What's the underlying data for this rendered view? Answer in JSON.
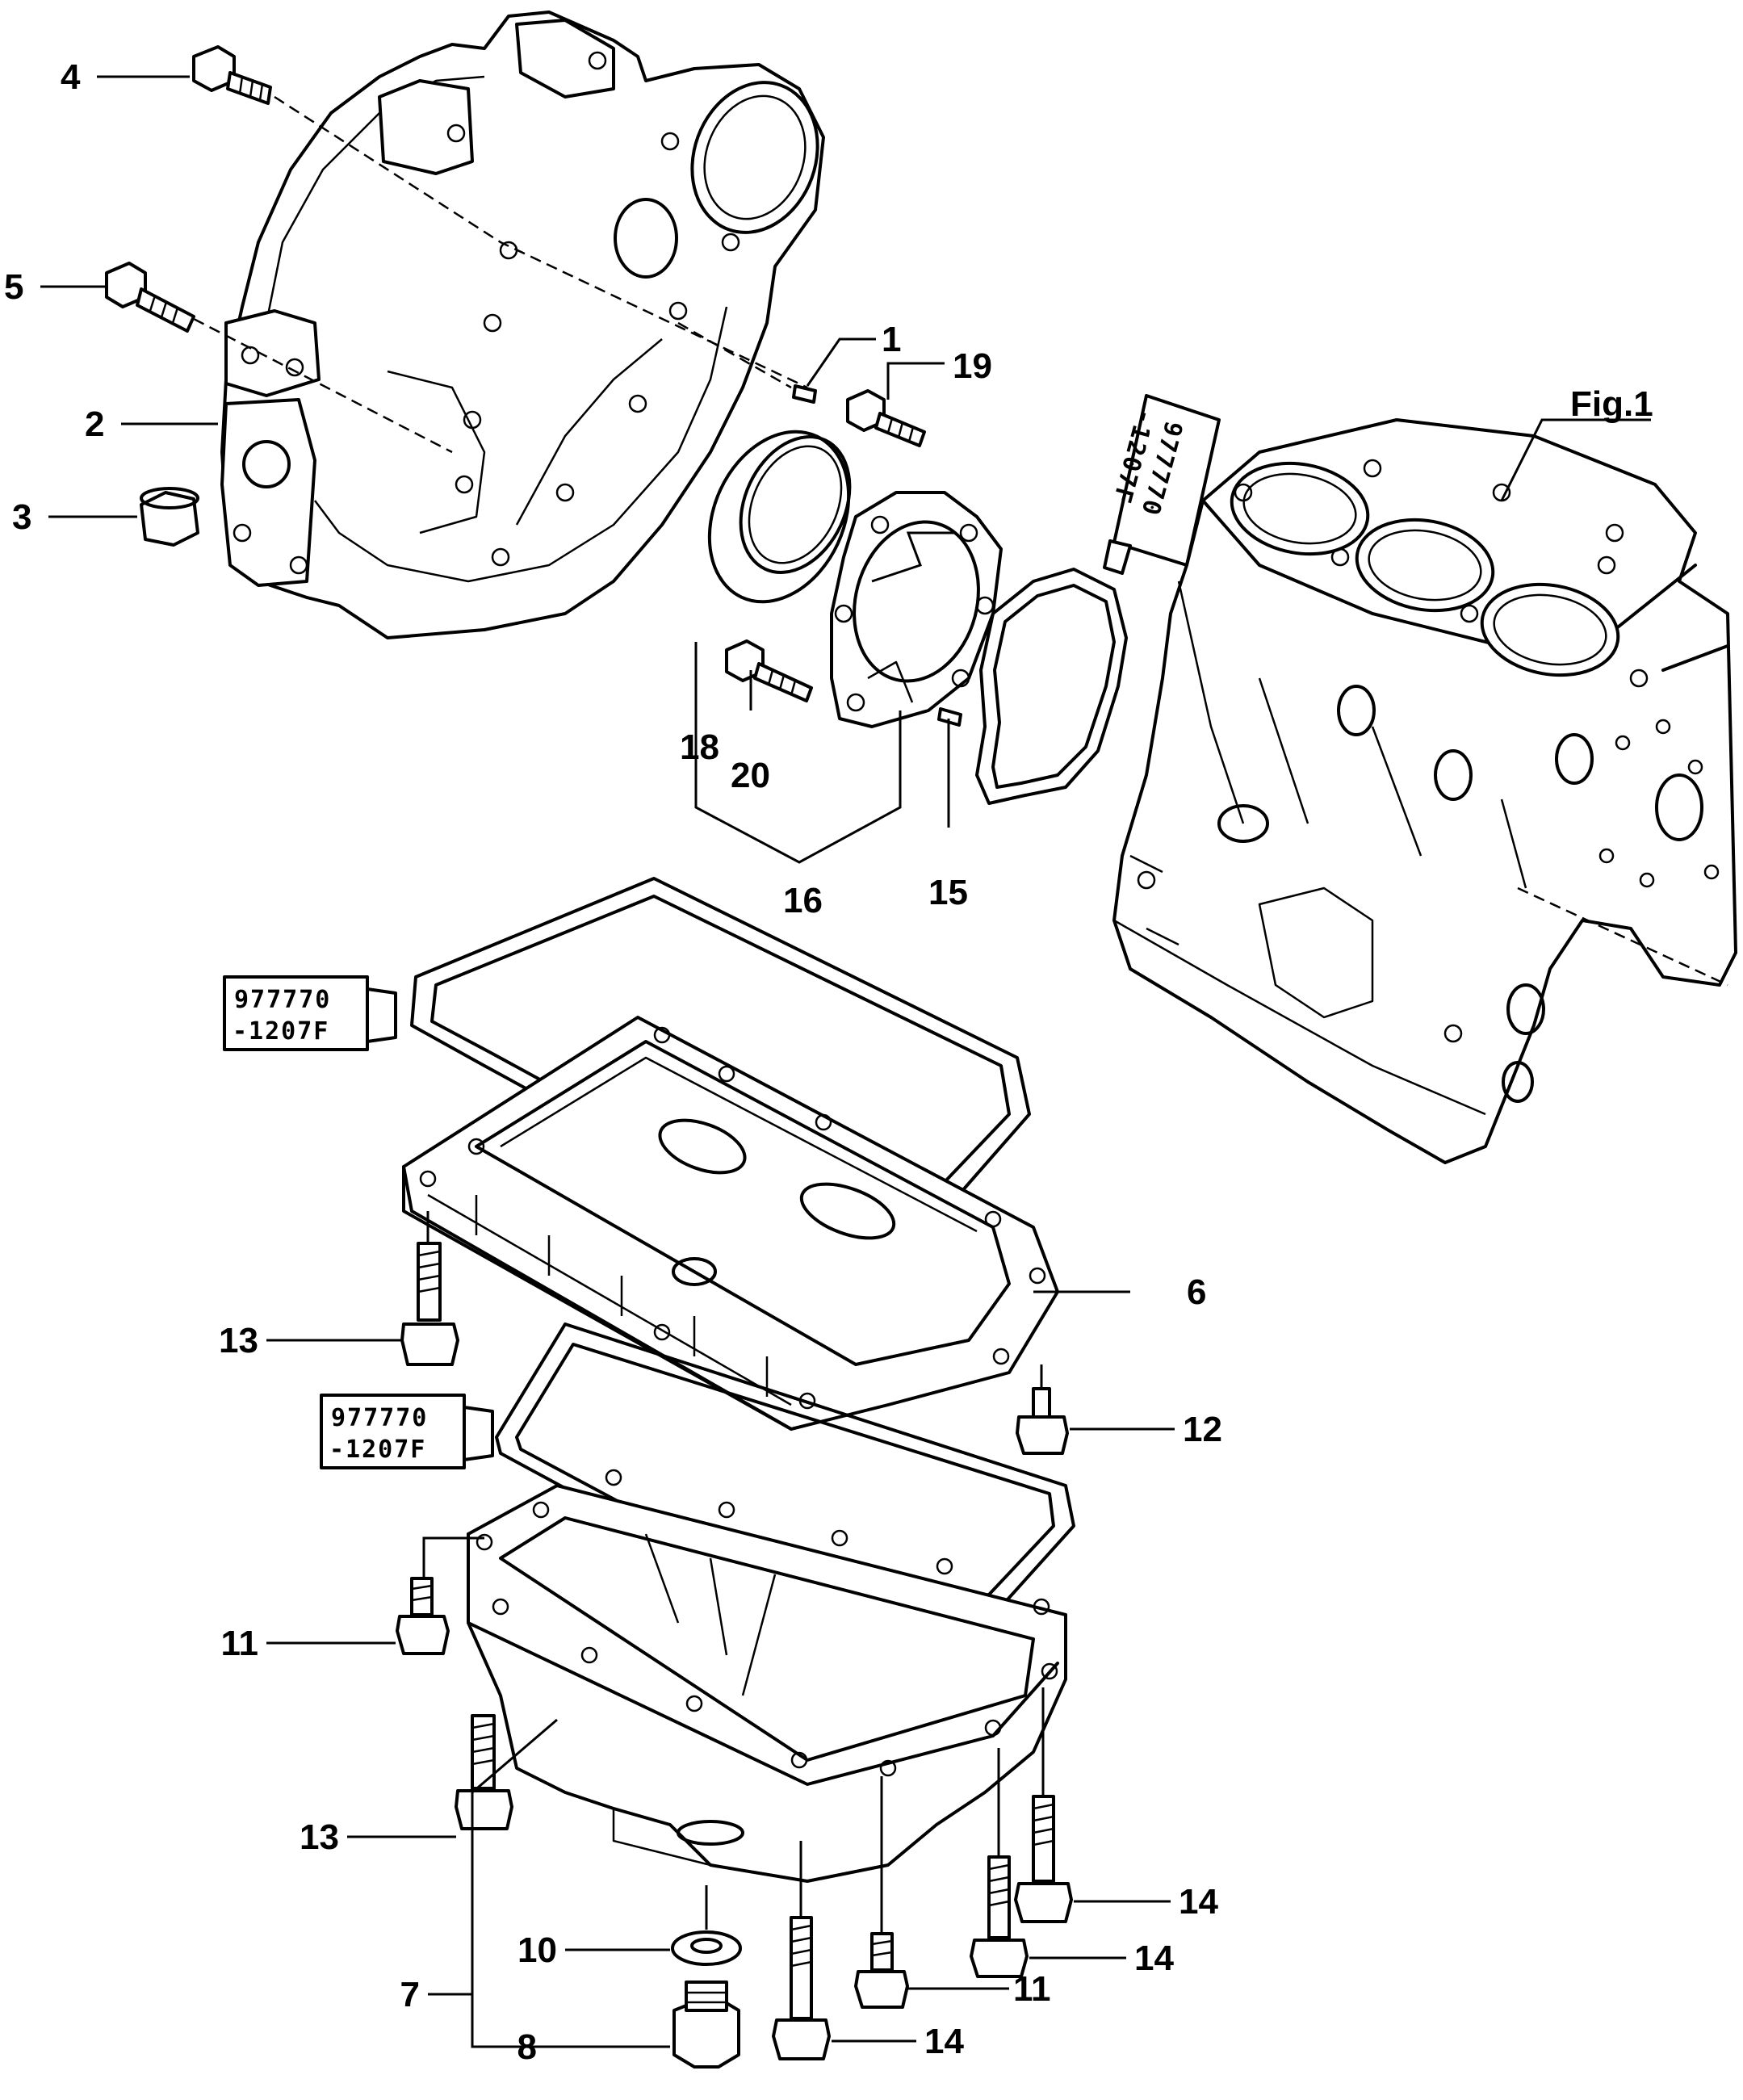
{
  "figure_label": "Fig.1",
  "sealant_tube": {
    "line1": "977770",
    "line2": "-1207F"
  },
  "callouts": {
    "c1": "1",
    "c2": "2",
    "c3": "3",
    "c4": "4",
    "c5": "5",
    "c6": "6",
    "c7": "7",
    "c8": "8",
    "c10": "10",
    "c11a": "11",
    "c11b": "11",
    "c12": "12",
    "c13a": "13",
    "c13b": "13",
    "c14a": "14",
    "c14b": "14",
    "c14c": "14",
    "c15": "15",
    "c16": "16",
    "c18": "18",
    "c19": "19",
    "c20": "20"
  }
}
